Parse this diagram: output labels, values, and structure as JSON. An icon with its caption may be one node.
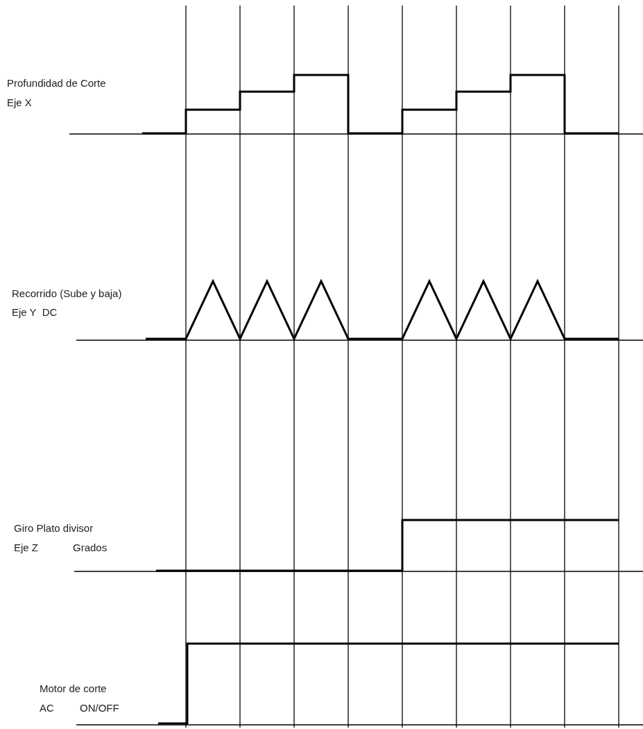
{
  "diagram": {
    "labels": [
      "Profundidad de Corte",
      "Eje X",
      "Recorrido (Sube y baja)",
      "Eje Y  DC",
      "Giro Plato divisor",
      "Eje Z",
      "Grados",
      "Motor de corte",
      "AC",
      "ON/OFF"
    ]
  }
}
